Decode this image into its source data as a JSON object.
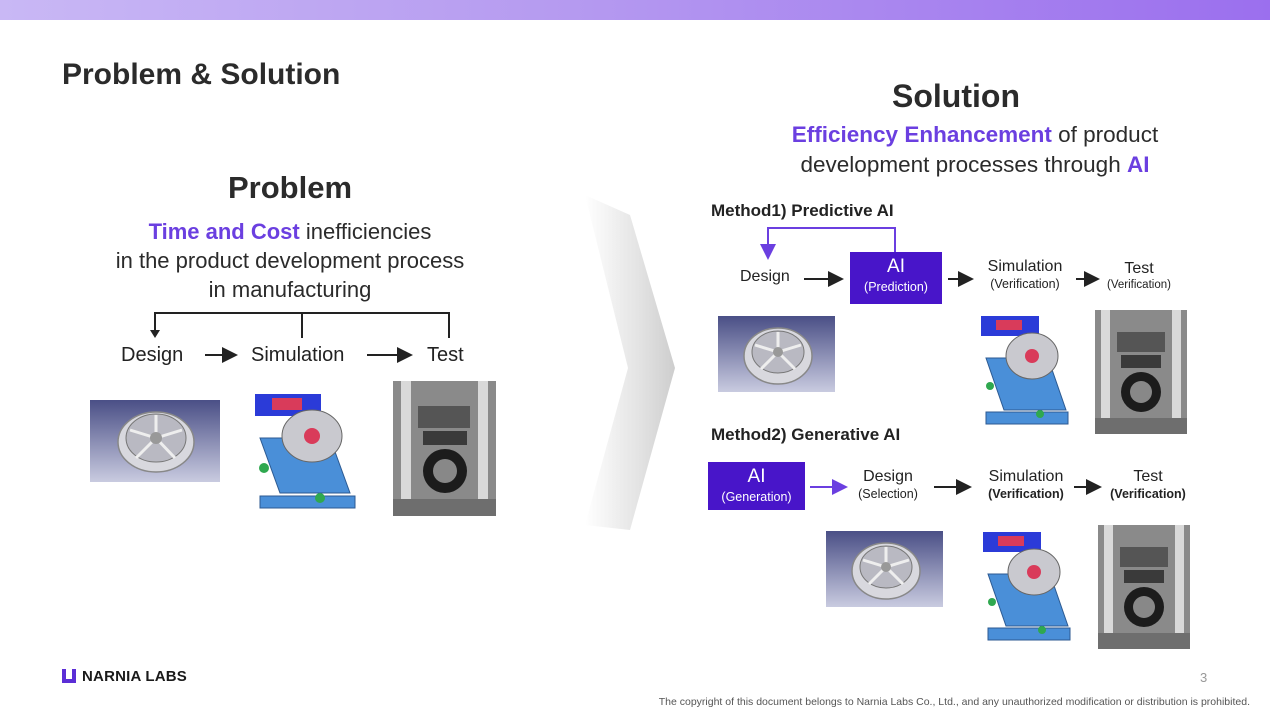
{
  "page": {
    "title": "Problem & Solution",
    "page_number": "3",
    "copyright": "The copyright of this document belongs to Narnia Labs Co., Ltd., and any unauthorized modification or distribution is prohibited."
  },
  "logo": {
    "text": "NARNIA LABS"
  },
  "problem": {
    "title": "Problem",
    "highlight": "Time and Cost",
    "line1_rest": " inefficiencies",
    "line2": "in the product development process",
    "line3": "in manufacturing",
    "flow": [
      "Design",
      "Simulation",
      "Test"
    ]
  },
  "solution": {
    "title": "Solution",
    "highlight": "Efficiency Enhancement",
    "line1_rest": " of product",
    "line2_pre": "development processes through ",
    "line2_hl": "AI",
    "method1": {
      "title": "Method1) Predictive AI",
      "design": "Design",
      "ai_main": "AI",
      "ai_sub": "(Prediction)",
      "sim_main": "Simulation",
      "sim_sub": "(Verification)",
      "test_main": "Test",
      "test_sub": "(Verification)"
    },
    "method2": {
      "title": "Method2) Generative AI",
      "ai_main": "AI",
      "ai_sub": "(Generation)",
      "design_main": "Design",
      "design_sub": "(Selection)",
      "sim_main": "Simulation",
      "sim_sub": "(Verification)",
      "test_main": "Test",
      "test_sub": "(Verification)"
    }
  },
  "colors": {
    "accent": "#6b3fe0",
    "ai_box": "#4815c9",
    "top_bar": "#b59af0"
  }
}
